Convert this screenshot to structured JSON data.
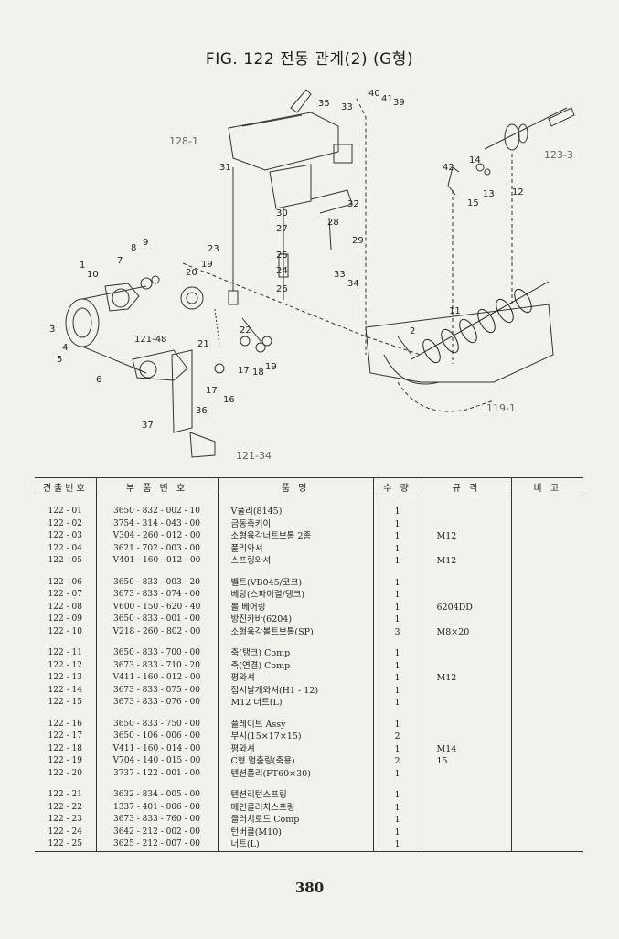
{
  "figure": {
    "title": "FIG. 122 전동 관계(2) (G형)",
    "callouts": [
      "35",
      "33",
      "40",
      "41",
      "39",
      "128-1",
      "31",
      "30",
      "32",
      "27",
      "28",
      "29",
      "25",
      "24",
      "26",
      "33",
      "34",
      "23",
      "22",
      "21",
      "20",
      "19",
      "9",
      "8",
      "7",
      "1",
      "10",
      "3",
      "4",
      "5",
      "6",
      "121-48",
      "17",
      "18",
      "19",
      "16",
      "17",
      "37",
      "36",
      "121-34",
      "42",
      "14",
      "15",
      "13",
      "12",
      "123-3",
      "2",
      "11",
      "119-1"
    ]
  },
  "table": {
    "headers": [
      "견출번호",
      "부 품 번 호",
      "품          명",
      "수 량",
      "규    격",
      "비 고"
    ],
    "groups": [
      [
        {
          "no": "122 - 01",
          "part": "3650 - 832 - 002 - 10",
          "name": "V풀리(8145)",
          "qty": "1",
          "spec": ""
        },
        {
          "no": "122 - 02",
          "part": "3754 - 314 - 043 - 00",
          "name": "금동축키이",
          "qty": "1",
          "spec": ""
        },
        {
          "no": "122 - 03",
          "part": "V304 - 260 - 012 - 00",
          "name": "소형육각너트보통 2종",
          "qty": "1",
          "spec": "M12"
        },
        {
          "no": "122 - 04",
          "part": "3621 - 702 - 003 - 00",
          "name": "풀리와셔",
          "qty": "1",
          "spec": ""
        },
        {
          "no": "122 - 05",
          "part": "V401 - 160 - 012 - 00",
          "name": "스프링와셔",
          "qty": "1",
          "spec": "M12"
        }
      ],
      [
        {
          "no": "122 - 06",
          "part": "3650 - 833 - 003 - 20",
          "name": "벨트(VB045/코크)",
          "qty": "1",
          "spec": ""
        },
        {
          "no": "122 - 07",
          "part": "3673 - 833 - 074 - 00",
          "name": "베탕(스파이럴/탱크)",
          "qty": "1",
          "spec": ""
        },
        {
          "no": "122 - 08",
          "part": "V600 - 150 - 620 - 40",
          "name": "볼 베어링",
          "qty": "1",
          "spec": "6204DD"
        },
        {
          "no": "122 - 09",
          "part": "3650 - 833 - 001 - 00",
          "name": "방진카바(6204)",
          "qty": "1",
          "spec": ""
        },
        {
          "no": "122 - 10",
          "part": "V218 - 260 - 802 - 00",
          "name": "소형육각볼트보통(SP)",
          "qty": "3",
          "spec": "M8×20"
        }
      ],
      [
        {
          "no": "122 - 11",
          "part": "3650 - 833 - 700 - 00",
          "name": "축(탱크) Comp",
          "qty": "1",
          "spec": ""
        },
        {
          "no": "122 - 12",
          "part": "3673 - 833 - 710 - 20",
          "name": "축(연결) Comp",
          "qty": "1",
          "spec": ""
        },
        {
          "no": "122 - 13",
          "part": "V411 - 160 - 012 - 00",
          "name": "평와셔",
          "qty": "1",
          "spec": "M12"
        },
        {
          "no": "122 - 14",
          "part": "3673 - 833 - 075 - 00",
          "name": "접시날개와셔(H1 - 12)",
          "qty": "1",
          "spec": ""
        },
        {
          "no": "122 - 15",
          "part": "3673 - 833 - 076 - 00",
          "name": "M12 너트(L)",
          "qty": "1",
          "spec": ""
        }
      ],
      [
        {
          "no": "122 - 16",
          "part": "3650 - 833 - 750 - 00",
          "name": "플레이트 Assy",
          "qty": "1",
          "spec": ""
        },
        {
          "no": "122 - 17",
          "part": "3650 - 106 - 006 - 00",
          "name": "부시(15×17×15)",
          "qty": "2",
          "spec": ""
        },
        {
          "no": "122 - 18",
          "part": "V411 - 160 - 014 - 00",
          "name": "평와셔",
          "qty": "1",
          "spec": "M14"
        },
        {
          "no": "122 - 19",
          "part": "V704 - 140 - 015 - 00",
          "name": "C형 멈춤링(축용)",
          "qty": "2",
          "spec": "15"
        },
        {
          "no": "122 - 20",
          "part": "3737 - 122 - 001 - 00",
          "name": "텐션풀리(FT60×30)",
          "qty": "1",
          "spec": ""
        }
      ],
      [
        {
          "no": "122 - 21",
          "part": "3632 - 834 - 005 - 00",
          "name": "텐션리턴스프링",
          "qty": "1",
          "spec": ""
        },
        {
          "no": "122 - 22",
          "part": "1337 - 401 - 006 - 00",
          "name": "메인클러치스프링",
          "qty": "1",
          "spec": ""
        },
        {
          "no": "122 - 23",
          "part": "3673 - 833 - 760 - 00",
          "name": "클러치로드 Comp",
          "qty": "1",
          "spec": ""
        },
        {
          "no": "122 - 24",
          "part": "3642 - 212 - 002 - 00",
          "name": "턴버클(M10)",
          "qty": "1",
          "spec": ""
        },
        {
          "no": "122 - 25",
          "part": "3625 - 212 - 007 - 00",
          "name": "너트(L)",
          "qty": "1",
          "spec": ""
        }
      ]
    ]
  },
  "page_number": "380"
}
